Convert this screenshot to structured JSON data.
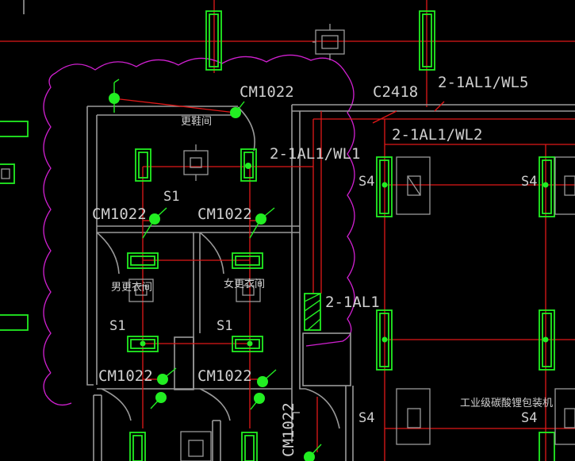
{
  "labels": {
    "cm1022_top": "CM1022",
    "c2418": "C2418",
    "wl5": "2-1AL1/WL5",
    "wl2": "2-1AL1/WL2",
    "wl1": "2-1AL1/WL1",
    "room_changing": "更鞋间",
    "s1_a": "S1",
    "cm1022_left_a": "CM1022",
    "cm1022_left_b": "CM1022",
    "room_men": "男更衣间",
    "room_women": "女更衣间",
    "s1_b": "S1",
    "s1_c": "S1",
    "cm1022_low_a": "CM1022",
    "cm1022_low_b": "CM1022",
    "panel_label": "2-1AL1",
    "cm1022_vertical": "CM1022",
    "s4_a": "S4",
    "s4_b": "S4",
    "s4_c": "S4",
    "s4_d": "S4",
    "room_packaging": "工业级碳酸锂包装机"
  },
  "colors": {
    "background": "#000000",
    "wall": "#9a9a9a",
    "wire": "#e01818",
    "fixture": "#22ee22",
    "revision_cloud": "#d020d0",
    "text": "#cfcfcf"
  }
}
